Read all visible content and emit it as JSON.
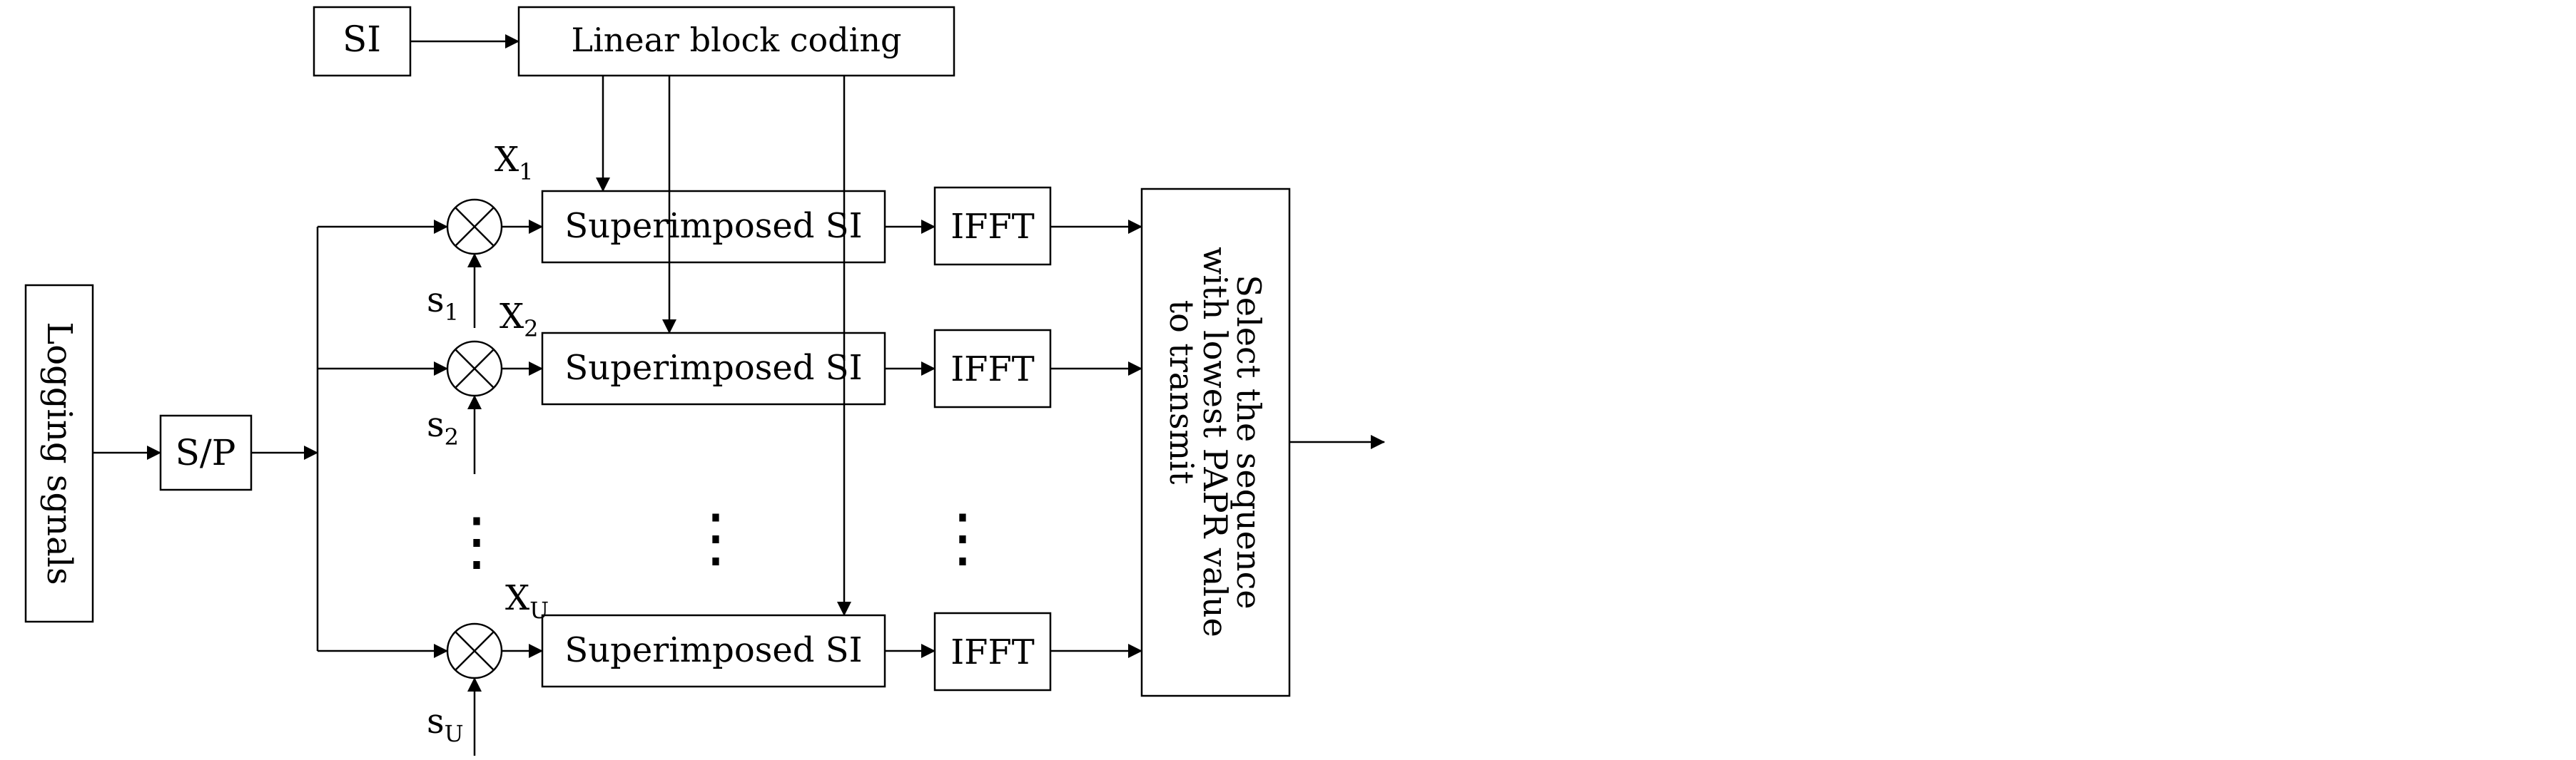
{
  "blocks": {
    "si_source": "SI",
    "linear_block_coding": "Linear block coding",
    "logging_signals": "Logging sgnals",
    "sp": "S/P",
    "superimposed": [
      "Superimposed SI",
      "Superimposed SI",
      "Superimposed SI"
    ],
    "ifft": [
      "IFFT",
      "IFFT",
      "IFFT"
    ],
    "select_lines": [
      "Select the sequence",
      "with lowest PAPR value",
      "to transmit"
    ]
  },
  "labels": {
    "x1_base": "X",
    "x1_sub": "1",
    "x2_base": "X",
    "x2_sub": "2",
    "xu_base": "X",
    "xu_sub": "U",
    "s1_base": "s",
    "s1_sub": "1",
    "s2_base": "s",
    "s2_sub": "2",
    "su_base": "s",
    "su_sub": "U"
  },
  "ellipsis": "⋮"
}
